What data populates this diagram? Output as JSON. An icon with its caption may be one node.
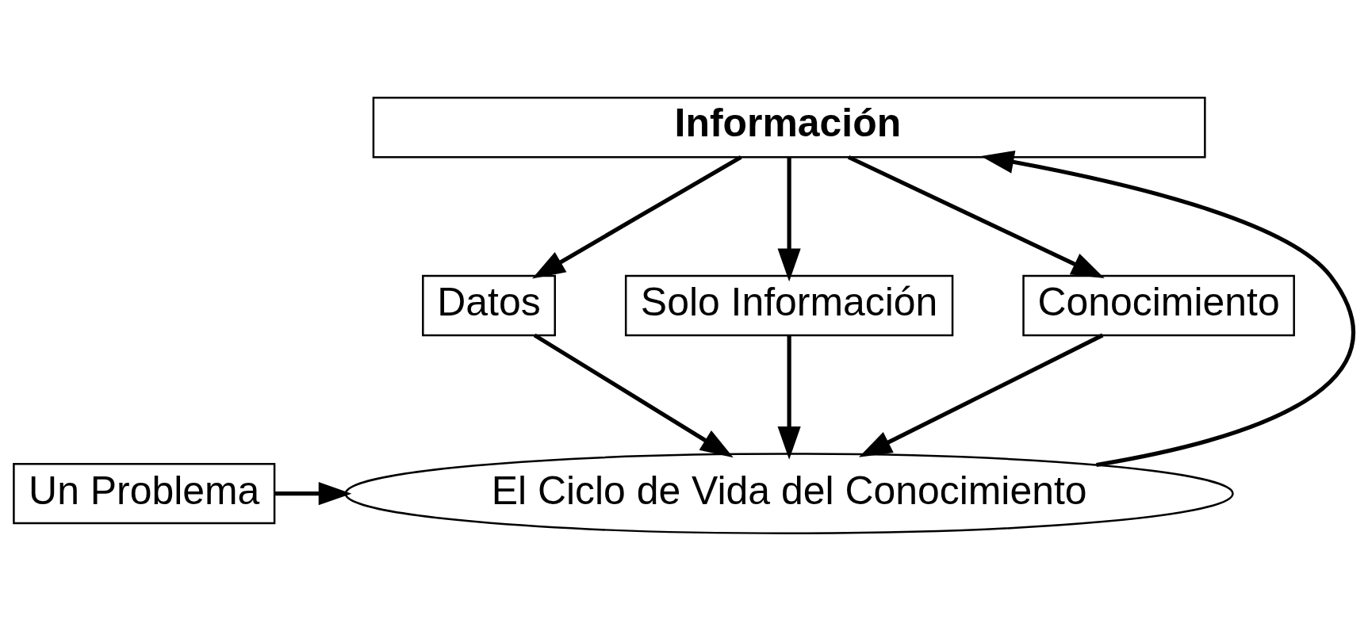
{
  "diagram": {
    "nodes": [
      {
        "text": [
          "Información"
        ]
      },
      {
        "text": [
          "Datos"
        ]
      },
      {
        "text": [
          "Solo Información"
        ]
      },
      {
        "text": [
          "Conocimiento"
        ]
      },
      {
        "text": [
          "Un Problema"
        ]
      },
      {
        "text": [
          "El Ciclo de Vida del Conocimiento"
        ]
      }
    ],
    "edges": [
      {
        "from": 0,
        "to": 1,
        "arrow": "to"
      },
      {
        "from": 0,
        "to": 2,
        "arrow": "to"
      },
      {
        "from": 0,
        "to": 3,
        "arrow": "to"
      },
      {
        "from": 1,
        "to": 5,
        "arrow": "to"
      },
      {
        "from": 2,
        "to": 5,
        "arrow": "to"
      },
      {
        "from": 3,
        "to": 5,
        "arrow": "to"
      },
      {
        "from": 4,
        "to": 5,
        "arrow": "to"
      },
      {
        "from": 5,
        "to": 0,
        "arrow": "to"
      }
    ]
  }
}
